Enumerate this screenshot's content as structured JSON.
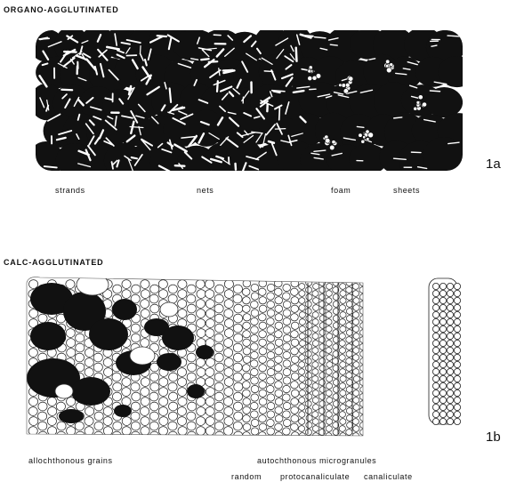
{
  "panel_a": {
    "title": "ORGANO-AGGLUTINATED",
    "labels": [
      "strands",
      "nets",
      "foam",
      "sheets"
    ],
    "figure_label": "1a"
  },
  "panel_b": {
    "title": "CALC-AGGLUTINATED",
    "labels": [
      "allochthonous grains",
      "autochthonous microgranules"
    ],
    "sublabels": [
      "random",
      "protocanaliculate",
      "canaliculate"
    ],
    "figure_label": "1b"
  }
}
